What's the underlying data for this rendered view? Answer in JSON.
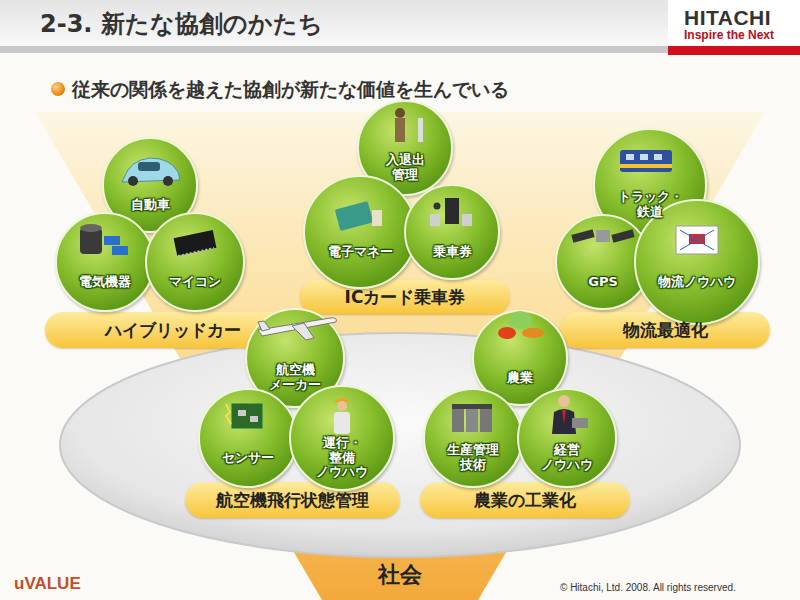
{
  "diagram": {
    "title": "2-3. 新たな協創のかたち",
    "nodes": [
      {
        "text": [
          "自動車"
        ]
      },
      {
        "text": [
          "電気機器"
        ]
      },
      {
        "text": [
          "マイコン"
        ]
      },
      {
        "text": [
          "ハイブリッドカー"
        ]
      },
      {
        "text": [
          "入退出 管理"
        ]
      },
      {
        "text": [
          "電子マネー"
        ]
      },
      {
        "text": [
          "乗車券"
        ]
      },
      {
        "text": [
          "ICカード乗車券"
        ]
      },
      {
        "text": [
          "トラック・ 鉄道"
        ]
      },
      {
        "text": [
          "GPS"
        ]
      },
      {
        "text": [
          "物流ノウハウ"
        ]
      },
      {
        "text": [
          "物流最適化"
        ]
      },
      {
        "text": [
          "航空機 メーカー"
        ]
      },
      {
        "text": [
          "センサー"
        ]
      },
      {
        "text": [
          "運行・整備 ノウハウ"
        ]
      },
      {
        "text": [
          "航空機飛行状態管理"
        ]
      },
      {
        "text": [
          "農業"
        ]
      },
      {
        "text": [
          "生産管理 技術"
        ]
      },
      {
        "text": [
          "経営 ノウハウ"
        ]
      },
      {
        "text": [
          "農業の工業化"
        ]
      }
    ],
    "labels": [
      "HITACHI",
      "Inspire the Next",
      "従来の関係を越えた協創が新たな価値を生んでいる",
      "社会",
      "uVALUE",
      "© Hitachi, Ltd. 2008. All rights reserved."
    ]
  }
}
